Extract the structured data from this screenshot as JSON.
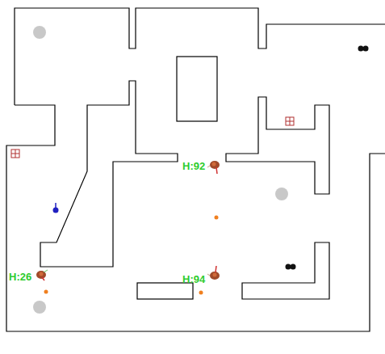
{
  "diagram": {
    "labels": [
      "H:92",
      "H:26",
      "H:94"
    ]
  }
}
